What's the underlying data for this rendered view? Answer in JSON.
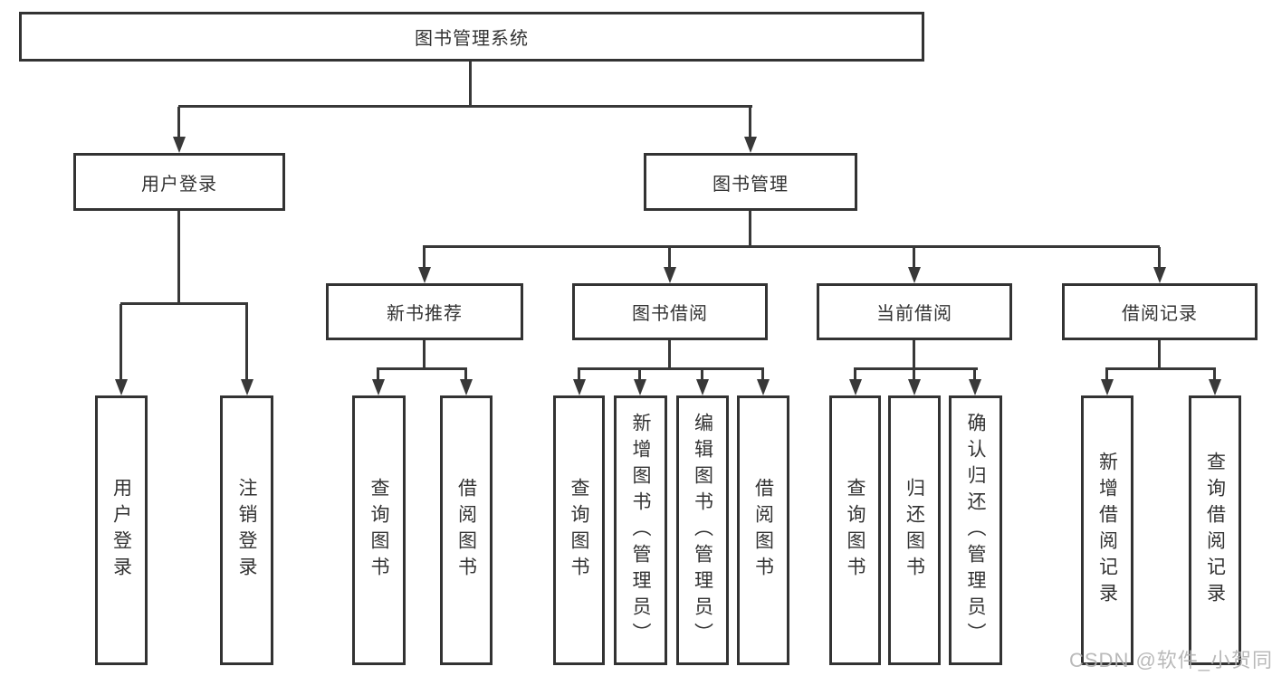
{
  "diagram": {
    "root": "图书管理系统",
    "branches": [
      {
        "label": "用户登录",
        "children": [
          "用户登录",
          "注销登录"
        ]
      },
      {
        "label": "图书管理",
        "groups": [
          {
            "label": "新书推荐",
            "children": [
              "查询图书",
              "借阅图书"
            ]
          },
          {
            "label": "图书借阅",
            "children": [
              "查询图书",
              "新增图书（管理员）",
              "编辑图书（管理员）",
              "借阅图书"
            ]
          },
          {
            "label": "当前借阅",
            "children": [
              "查询图书",
              "归还图书",
              "确认归还（管理员）"
            ]
          },
          {
            "label": "借阅记录",
            "children": [
              "新增借阅记录",
              "查询借阅记录"
            ]
          }
        ]
      }
    ],
    "watermark": "CSDN @软件_小贺同学"
  },
  "colors": {
    "line": "#383838",
    "box_border": "#333333",
    "text": "#333333",
    "watermark": "#b2b2b2",
    "background": "#ffffff"
  }
}
